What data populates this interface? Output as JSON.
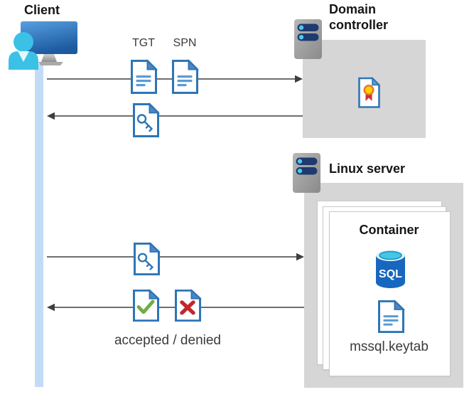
{
  "diagram": {
    "client": {
      "label": "Client",
      "icon": "user-at-monitor-icon"
    },
    "domain_controller": {
      "label": "Domain controller",
      "icon": "server-icon",
      "contents": [
        {
          "icon": "certificate-document-icon"
        }
      ]
    },
    "linux_server": {
      "label": "Linux server",
      "icon": "server-icon",
      "container": {
        "label": "Container",
        "items": [
          {
            "icon": "sql-database-icon",
            "label": "SQL"
          },
          {
            "icon": "keytab-document-icon",
            "label": "mssql.keytab"
          }
        ]
      }
    },
    "messages": [
      {
        "direction": "right",
        "from": "client",
        "to": "domain_controller",
        "doc_labels": [
          "TGT",
          "SPN"
        ],
        "doc_icons": [
          "text-document-icon",
          "text-document-icon"
        ]
      },
      {
        "direction": "left",
        "from": "domain_controller",
        "to": "client",
        "doc_icons": [
          "key-ticket-document-icon"
        ]
      },
      {
        "direction": "right",
        "from": "client",
        "to": "linux_server",
        "doc_icons": [
          "key-ticket-document-icon"
        ]
      },
      {
        "direction": "left",
        "from": "linux_server",
        "to": "client",
        "doc_icons": [
          "accepted-document-icon",
          "denied-document-icon"
        ],
        "caption": "accepted / denied"
      }
    ]
  },
  "colors": {
    "accent_blue": "#2E75B6",
    "doc_fold_blue": "#4D87C7",
    "doc_line_blue": "#5B9BD5",
    "check_green": "#70AD47",
    "cross_red": "#C0282E",
    "arrow_gray": "#3F3F3F",
    "box_gray": "#D6D6D6",
    "lifeline_blue": "#C3DBF5",
    "person_cyan": "#3BC1E5",
    "sql_body_blue": "#1767BE",
    "sql_top_cyan": "#45C5E8",
    "server_bar_navy": "#1E3A6E",
    "server_dot_cyan": "#4EC7E8",
    "cert_seal_yellow": "#FFCF00",
    "cert_ribbon_red": "#CC2F36"
  }
}
